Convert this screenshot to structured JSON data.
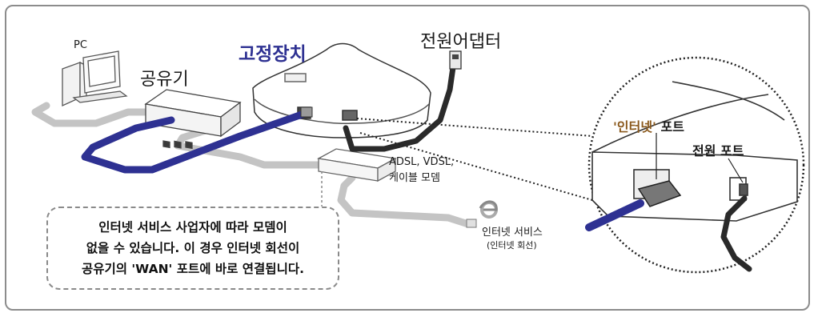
{
  "labels": {
    "pc": "PC",
    "router": "공유기",
    "stand": "고정장치",
    "power_adapter": "전원어댑터",
    "modem_lines": [
      "ADSL, VDSL,",
      "케이블 모뎀"
    ],
    "internet_service": "인터넷 서비스",
    "internet_service_sub": "(인터넷 회선)",
    "lan_port": "'인터넷'",
    "lan_port_suffix": " 포트",
    "power_port": "전원 포트"
  },
  "note": {
    "lines": [
      "인터넷 서비스 사업자에 따라 모뎀이",
      "없을 수 있습니다. 이 경우 인터넷 회선이",
      "공유기의 'WAN' 포트에 바로 연결됩니다."
    ]
  },
  "colors": {
    "lan_cable": "#2e3192",
    "gray_cable": "#bdbdbd",
    "power_cable": "#2a2a2a",
    "stand_label": "#2e3192",
    "port_label_accent": "#8b5a1e"
  },
  "icons": [
    "pc-icon",
    "router-icon",
    "modem-icon",
    "internet-explorer-icon",
    "power-plug-icon"
  ]
}
